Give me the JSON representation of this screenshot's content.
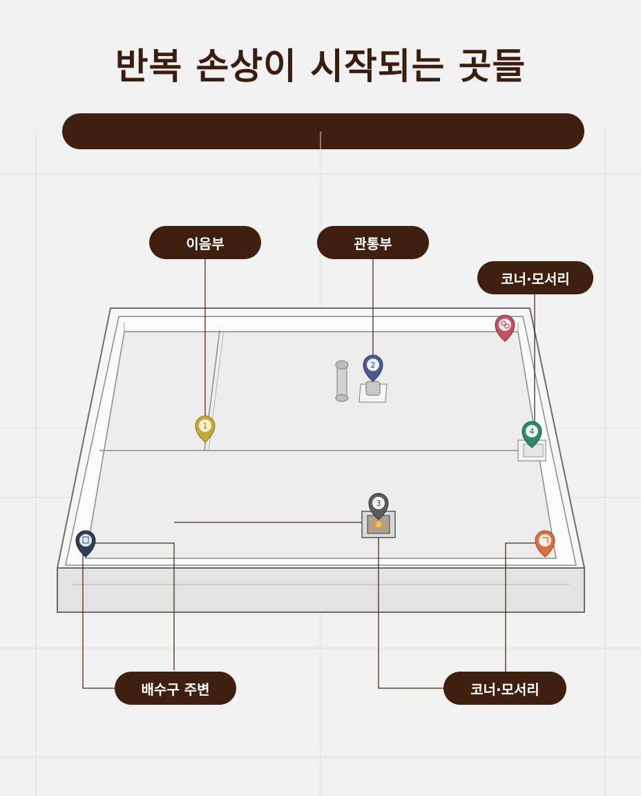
{
  "title": "반복 손상이 시작되는 곳들",
  "labels": {
    "joint": "이음부",
    "penetration": "관통부",
    "corner_top": "코너·모서리",
    "drain": "배수구 주변",
    "corner_bottom": "코너·모서리"
  },
  "markers": [
    {
      "id": "joint",
      "number": "1",
      "color": "#c9a83a"
    },
    {
      "id": "penetration",
      "number": "2",
      "color": "#4b5b8e"
    },
    {
      "id": "drain",
      "number": "3",
      "color": "#5c5c5c"
    },
    {
      "id": "corner-right",
      "number": "4",
      "color": "#2e8a6b"
    },
    {
      "id": "corner-top-right",
      "number": "",
      "color": "#c24e64"
    },
    {
      "id": "drain-left",
      "number": "",
      "color": "#2f3e55"
    },
    {
      "id": "corner-bottom-right",
      "number": "",
      "color": "#d87040"
    }
  ],
  "colors": {
    "accent_dark": "#3e1f10",
    "leader_line": "#4a2a1a"
  }
}
